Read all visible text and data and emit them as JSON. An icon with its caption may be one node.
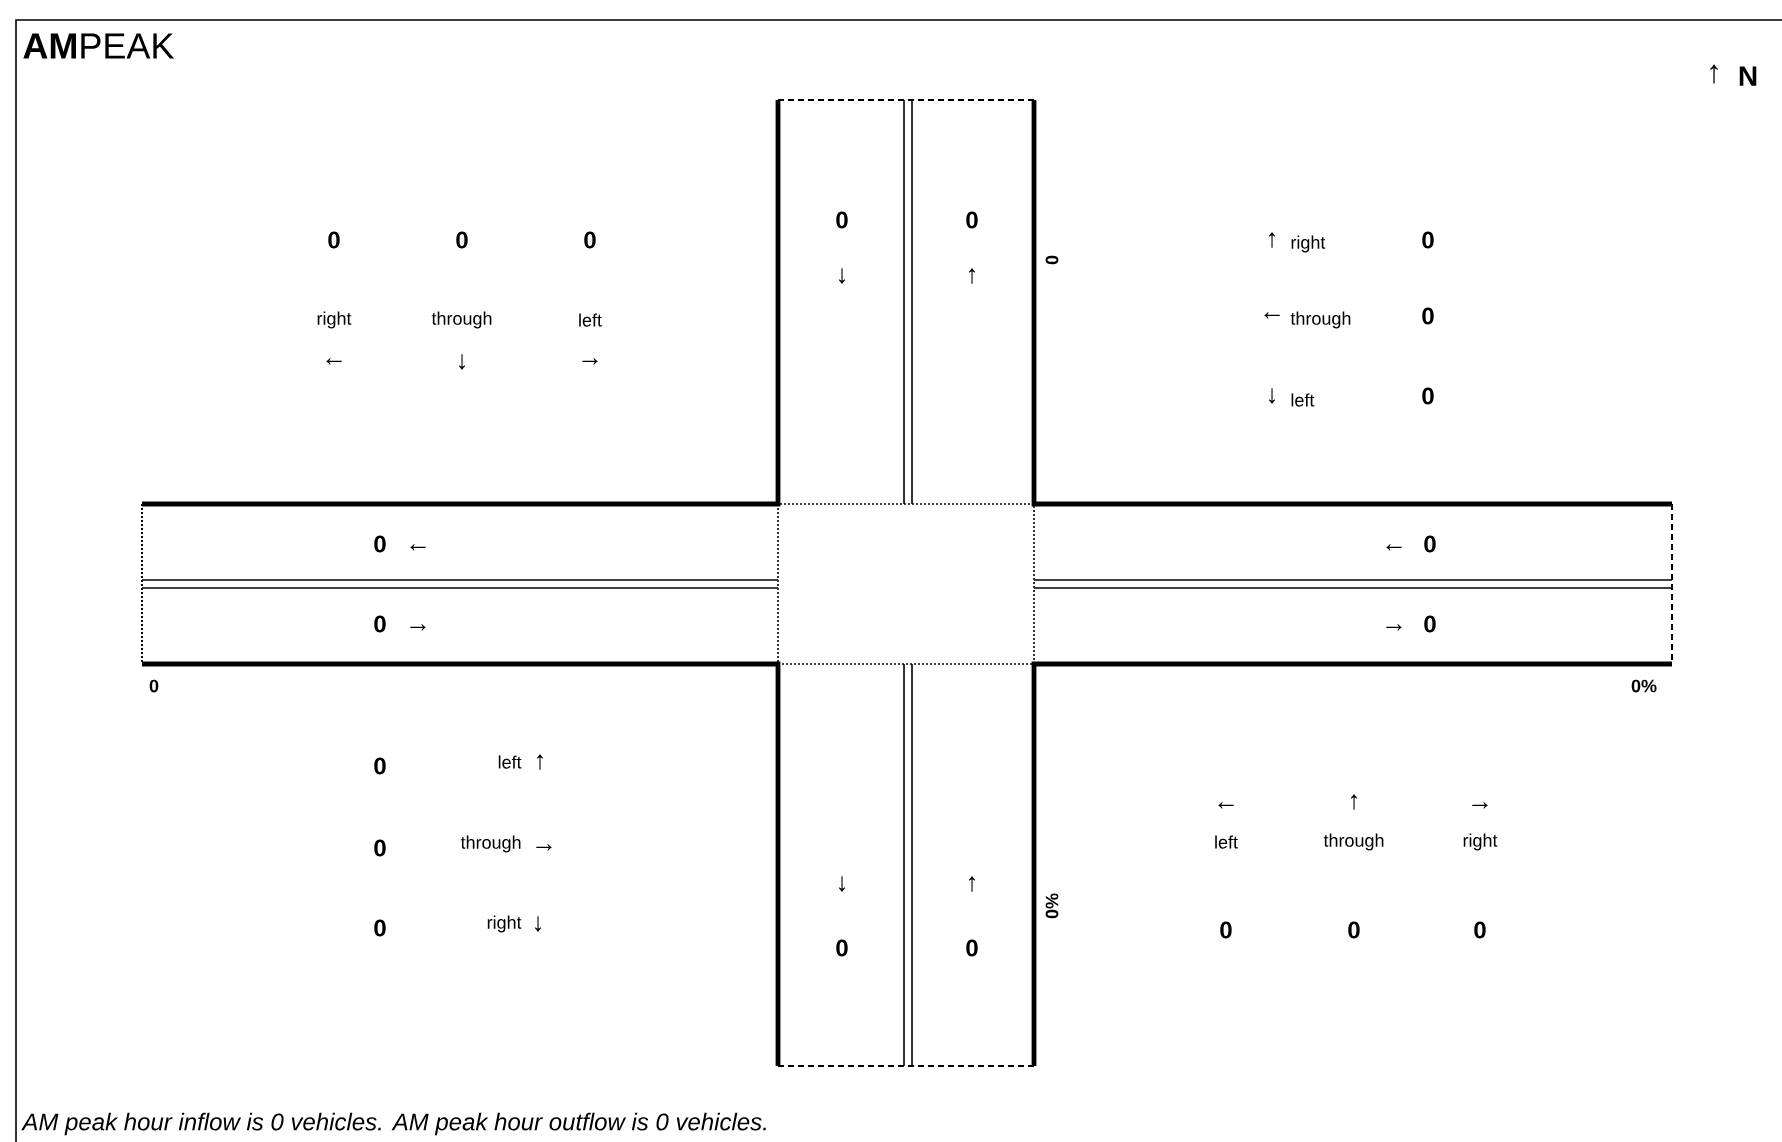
{
  "diagram": {
    "title": "**AM**PEAK",
    "caption": "AM peak hour inflow is 0 vehicles.  AM peak hour outflow is 0 vehicles.",
    "nodes": [
      {
        "text": [
          "0",
          "↓"
        ]
      },
      {
        "text": [
          "0",
          "↑"
        ]
      },
      {
        "text": [
          "0",
          "←"
        ]
      },
      {
        "text": [
          "0",
          "→"
        ]
      },
      {
        "text": [
          "←",
          "0"
        ]
      },
      {
        "text": [
          "→",
          "0"
        ]
      },
      {
        "text": [
          "↓",
          "0"
        ]
      },
      {
        "text": [
          "↑",
          "0"
        ]
      }
    ],
    "edges": [],
    "labels": [
      "↑",
      "N",
      "0",
      "0",
      "0",
      "right",
      "through",
      "left",
      "←",
      "↓",
      "→",
      "0",
      "↑",
      "right",
      "0",
      "←",
      "through",
      "0",
      "↓",
      "left",
      "0",
      "0",
      "0%",
      "0",
      "left",
      "↑",
      "0",
      "through",
      "→",
      "0",
      "right",
      "↓",
      "0%",
      "←",
      "↑",
      "→",
      "left",
      "through",
      "right",
      "0",
      "0",
      "0"
    ]
  }
}
